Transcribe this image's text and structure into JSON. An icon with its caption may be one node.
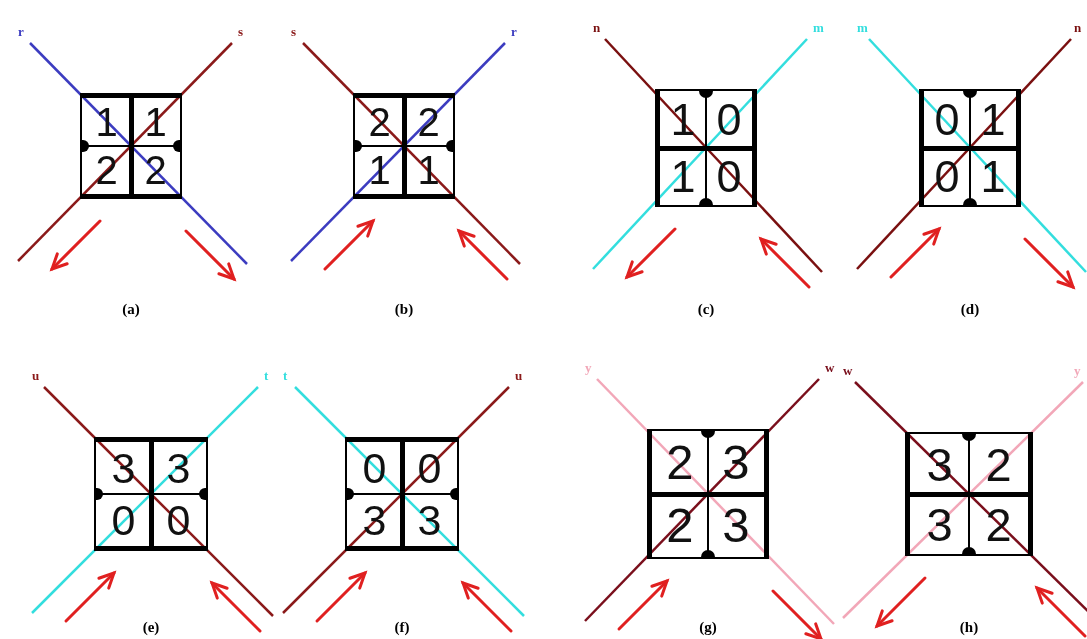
{
  "diagram": {
    "nodes": [
      {
        "text": [
          "1",
          "1",
          "2",
          "2"
        ]
      },
      {
        "text": [
          "2",
          "2",
          "1",
          "1"
        ]
      },
      {
        "text": [
          "1",
          "0",
          "1",
          "0"
        ]
      },
      {
        "text": [
          "0",
          "1",
          "0",
          "1"
        ]
      },
      {
        "text": [
          "3",
          "3",
          "0",
          "0"
        ]
      },
      {
        "text": [
          "0",
          "0",
          "3",
          "3"
        ]
      },
      {
        "text": [
          "2",
          "3",
          "2",
          "3"
        ]
      },
      {
        "text": [
          "3",
          "2",
          "3",
          "2"
        ]
      }
    ],
    "labels": [
      "r",
      "s",
      "s",
      "r",
      "n",
      "m",
      "m",
      "n",
      "(a)",
      "(b)",
      "(c)",
      "(d)",
      "u",
      "t",
      "t",
      "u",
      "y",
      "w",
      "w",
      "y",
      "(e)",
      "(f)",
      "(g)",
      "(h)"
    ]
  }
}
